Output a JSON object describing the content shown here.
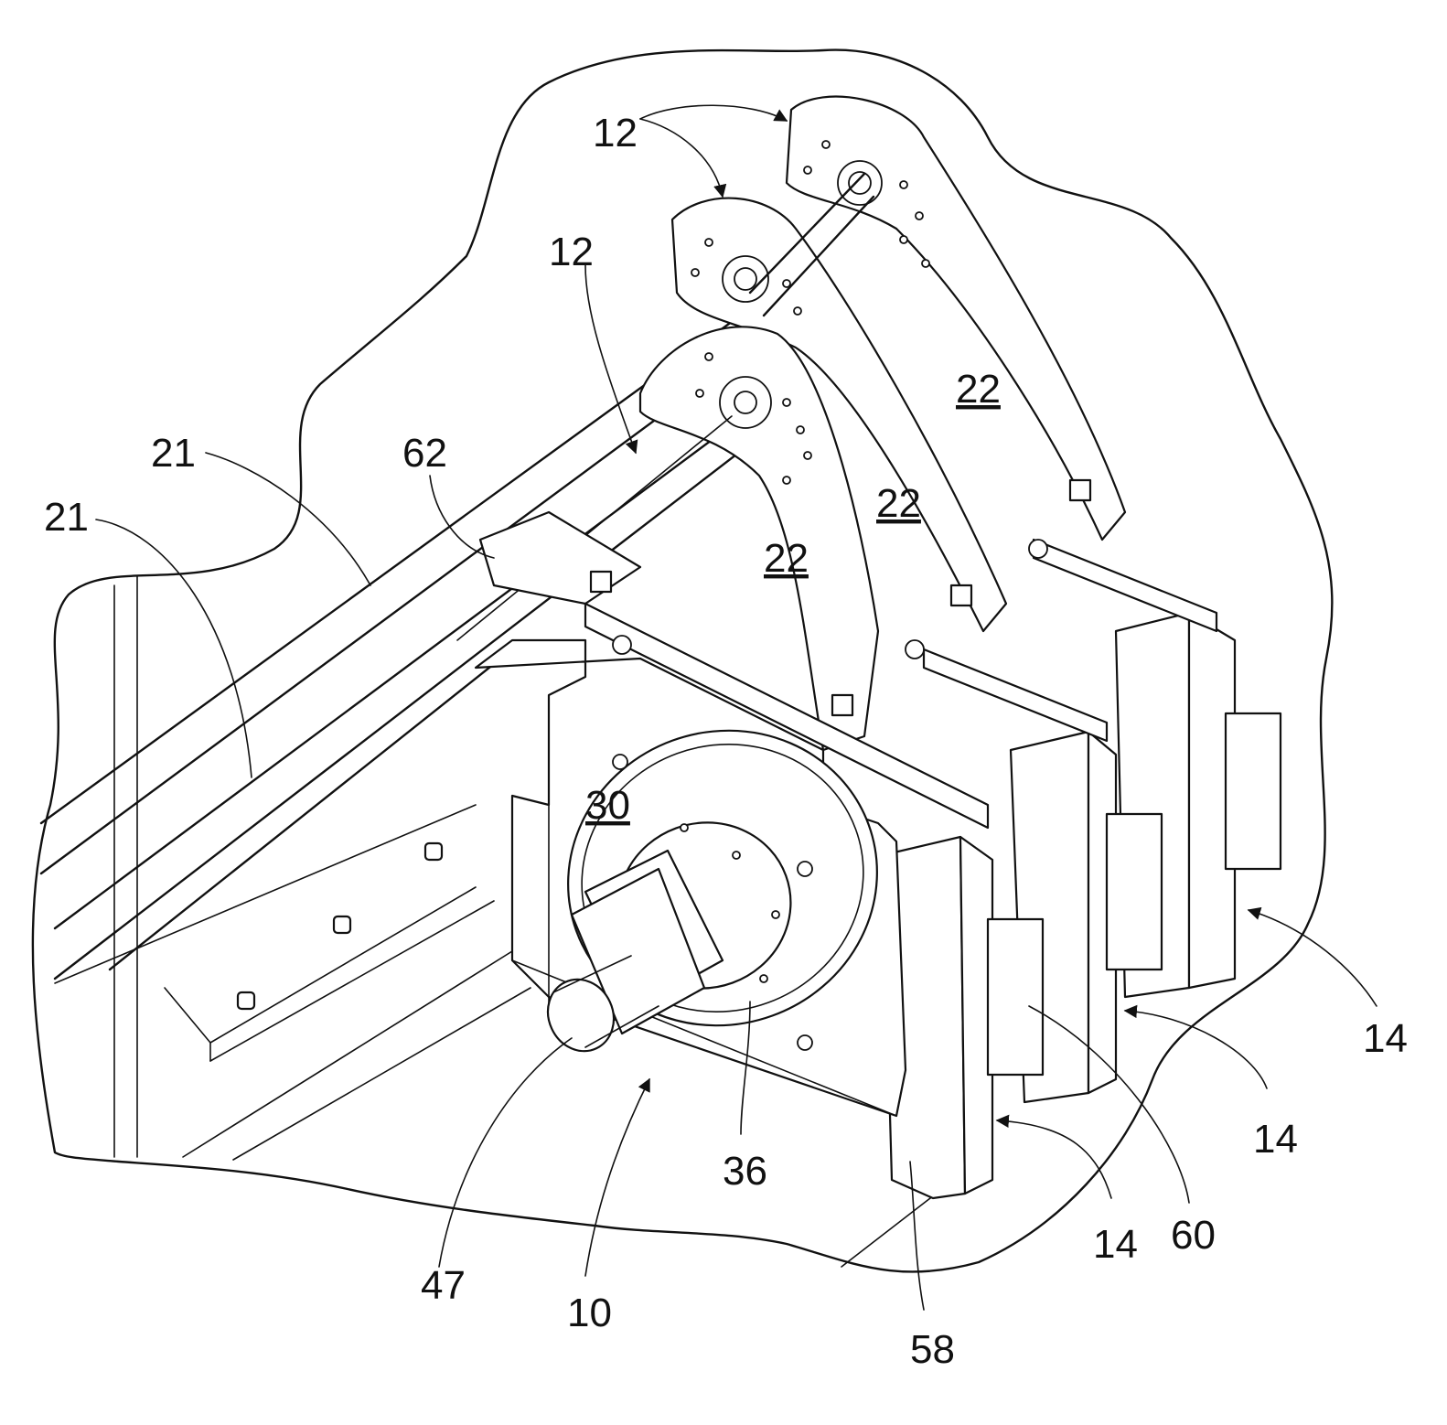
{
  "figure": {
    "labels": {
      "shaft_plate_12_top": "12",
      "shaft_plate_12_mid": "12",
      "rod_21_a": "21",
      "rod_21_b": "21",
      "bracket_62": "62",
      "arm_22_a": "22",
      "arm_22_b": "22",
      "arm_22_c": "22",
      "flange_30": "30",
      "hub_36": "36",
      "shaft_end_47": "47",
      "assembly_10": "10",
      "plate_58": "58",
      "block_60": "60",
      "unit_14_a": "14",
      "unit_14_b": "14",
      "unit_14_c": "14"
    }
  }
}
